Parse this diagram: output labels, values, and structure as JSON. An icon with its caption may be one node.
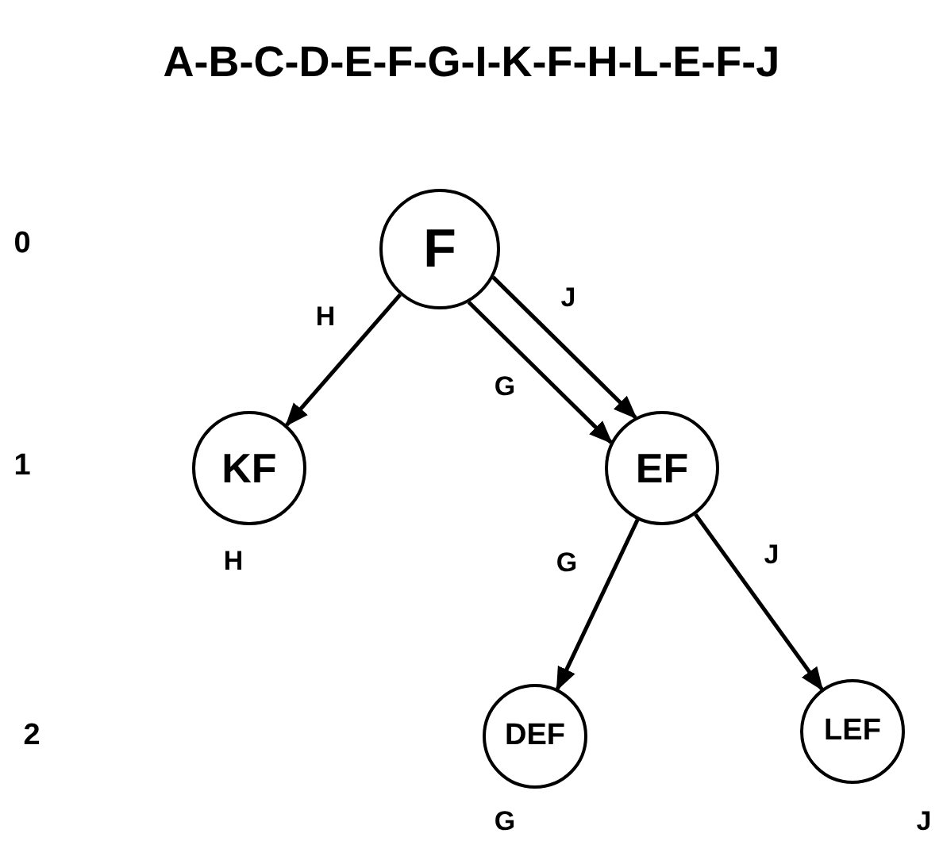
{
  "diagram": {
    "title": "A-B-C-D-E-F-G-I-K-F-H-L-E-F-J",
    "nodes": [
      {
        "text": [
          "F"
        ]
      },
      {
        "text": [
          "KF"
        ],
        "beside": [
          "H"
        ]
      },
      {
        "text": [
          "EF"
        ]
      },
      {
        "text": [
          "DEF"
        ],
        "beside": [
          "G"
        ]
      },
      {
        "text": [
          "LEF"
        ],
        "beside": [
          "J"
        ]
      }
    ],
    "edges": [
      {
        "from": 0,
        "to": 1,
        "arrow": "to",
        "label": "H"
      },
      {
        "from": 0,
        "to": 2,
        "arrow": "to",
        "label": "G"
      },
      {
        "from": 0,
        "to": 2,
        "arrow": "to",
        "label": "J"
      },
      {
        "from": 2,
        "to": 3,
        "arrow": "to",
        "label": "G"
      },
      {
        "from": 2,
        "to": 4,
        "arrow": "to",
        "label": "J"
      }
    ],
    "labels": [
      "0",
      "1",
      "2"
    ]
  }
}
